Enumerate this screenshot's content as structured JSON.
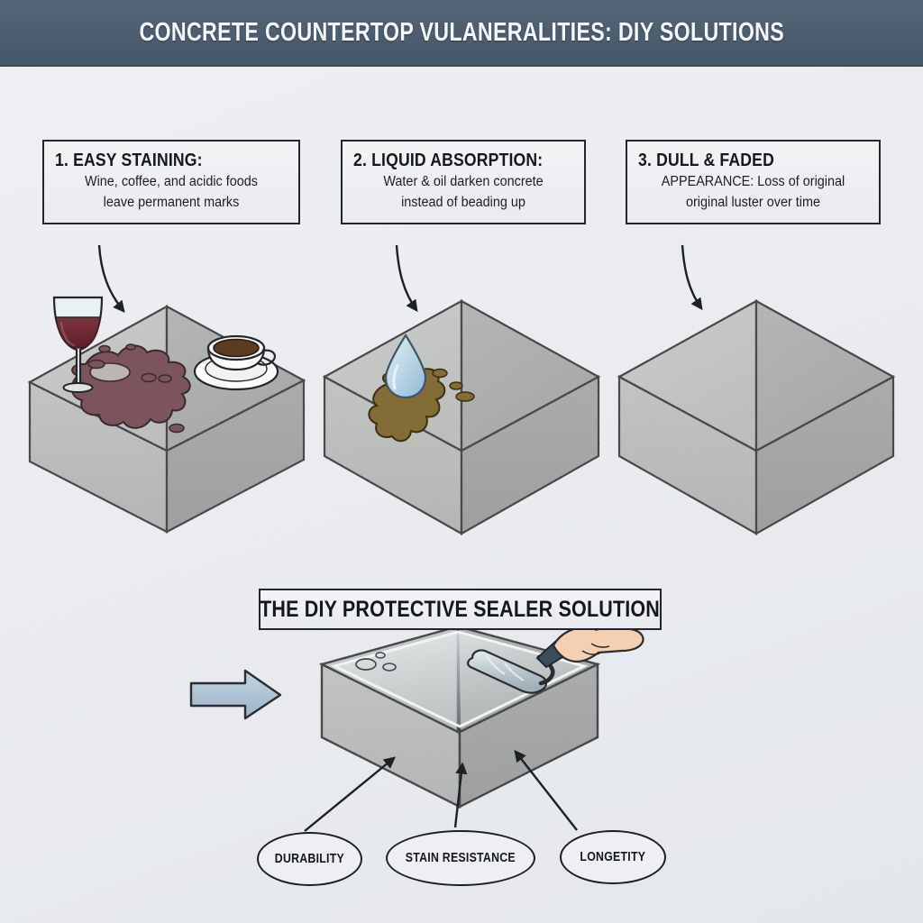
{
  "header": {
    "title": "CONCRETE COUNTERTOP VULANERALITIES: DIY SOLUTIONS",
    "band_color": "#4c5e70",
    "text_color": "#f4f6f8"
  },
  "background_color": "#eceef1",
  "callouts": [
    {
      "id": "easy-staining",
      "heading": "1. EASY STAINING:",
      "body_line_1": "Wine, coffee, and acidic foods",
      "body_line_2": "leave permanent marks"
    },
    {
      "id": "liquid-absorption",
      "heading": "2. LIQUID ABSORPTION:",
      "body_line_1": "Water & oil darken concrete",
      "body_line_2": "instead of beading up"
    },
    {
      "id": "dull-faded",
      "heading": "3. DULL & FADED",
      "body_line_1": "APPEARANCE: Loss of original",
      "body_line_2": "original luster over time"
    }
  ],
  "illustrations": [
    {
      "id": "stained-countertop-block",
      "caption_ref": "easy-staining",
      "objects": [
        "wine-glass",
        "wine-spill",
        "coffee-cup",
        "concrete-block"
      ],
      "spill_color": "#7a555c",
      "wine_color": "#6e2a33"
    },
    {
      "id": "absorbing-countertop-block",
      "caption_ref": "liquid-absorption",
      "objects": [
        "water-droplet",
        "oil-stain",
        "concrete-block"
      ],
      "droplet_color": "#bcd7e6",
      "stain_color": "#836c36"
    },
    {
      "id": "dull-countertop-block",
      "caption_ref": "dull-faded",
      "objects": [
        "concrete-block"
      ],
      "top_light": "#c3c5c3",
      "top_dark": "#a9acab"
    }
  ],
  "banner": {
    "text": "THE DIY PROTECTIVE SEALER SOLUTION"
  },
  "solution": {
    "id": "sealed-countertop-block",
    "objects": [
      "concrete-block",
      "sealed-glossy-top",
      "paint-roller",
      "hand"
    ],
    "roller_color": "#c7d2d6",
    "handle_color": "#3d4d5e",
    "skin_color": "#f3cdb0",
    "process_arrow_color": "#a9c0d2"
  },
  "benefits": [
    {
      "label": "DURABILITY"
    },
    {
      "label": "STAIN RESISTANCE"
    },
    {
      "label": "LONGETITY"
    }
  ],
  "colors": {
    "concrete_top_light": "#c6c8c6",
    "concrete_top_dark": "#adb0af",
    "concrete_side_left": "#bcbfbe",
    "concrete_side_right": "#a3a6a5",
    "outline": "#2a2d31",
    "callout_fill": "#eef0f2",
    "callout_border": "#22262b"
  }
}
